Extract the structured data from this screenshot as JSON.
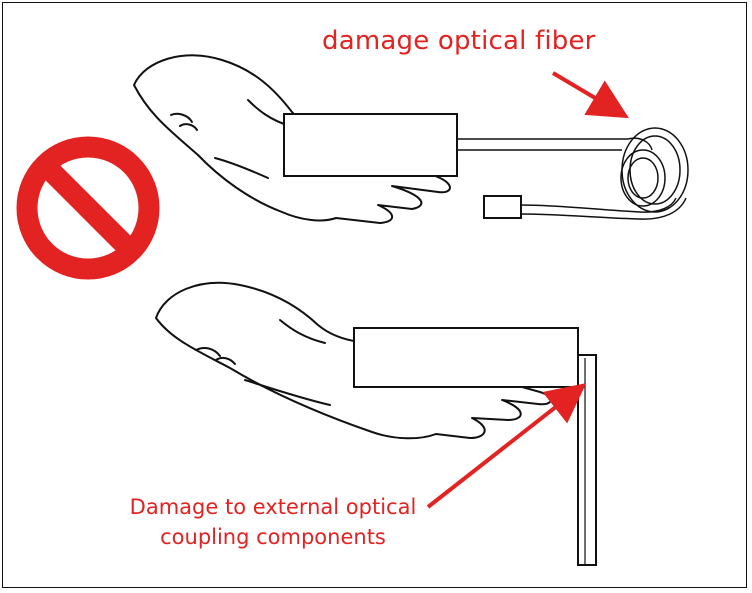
{
  "labels": {
    "top": "damage optical fiber",
    "bottom_line1": "Damage to external optical",
    "bottom_line2": "coupling components"
  },
  "icons": {
    "prohibition": "no-entry-sign-icon",
    "hand_top": "hand-palm-icon",
    "hand_bottom": "hand-palm-icon"
  },
  "colors": {
    "warning_red": "#e32222",
    "outline": "#111111",
    "background": "#ffffff"
  }
}
